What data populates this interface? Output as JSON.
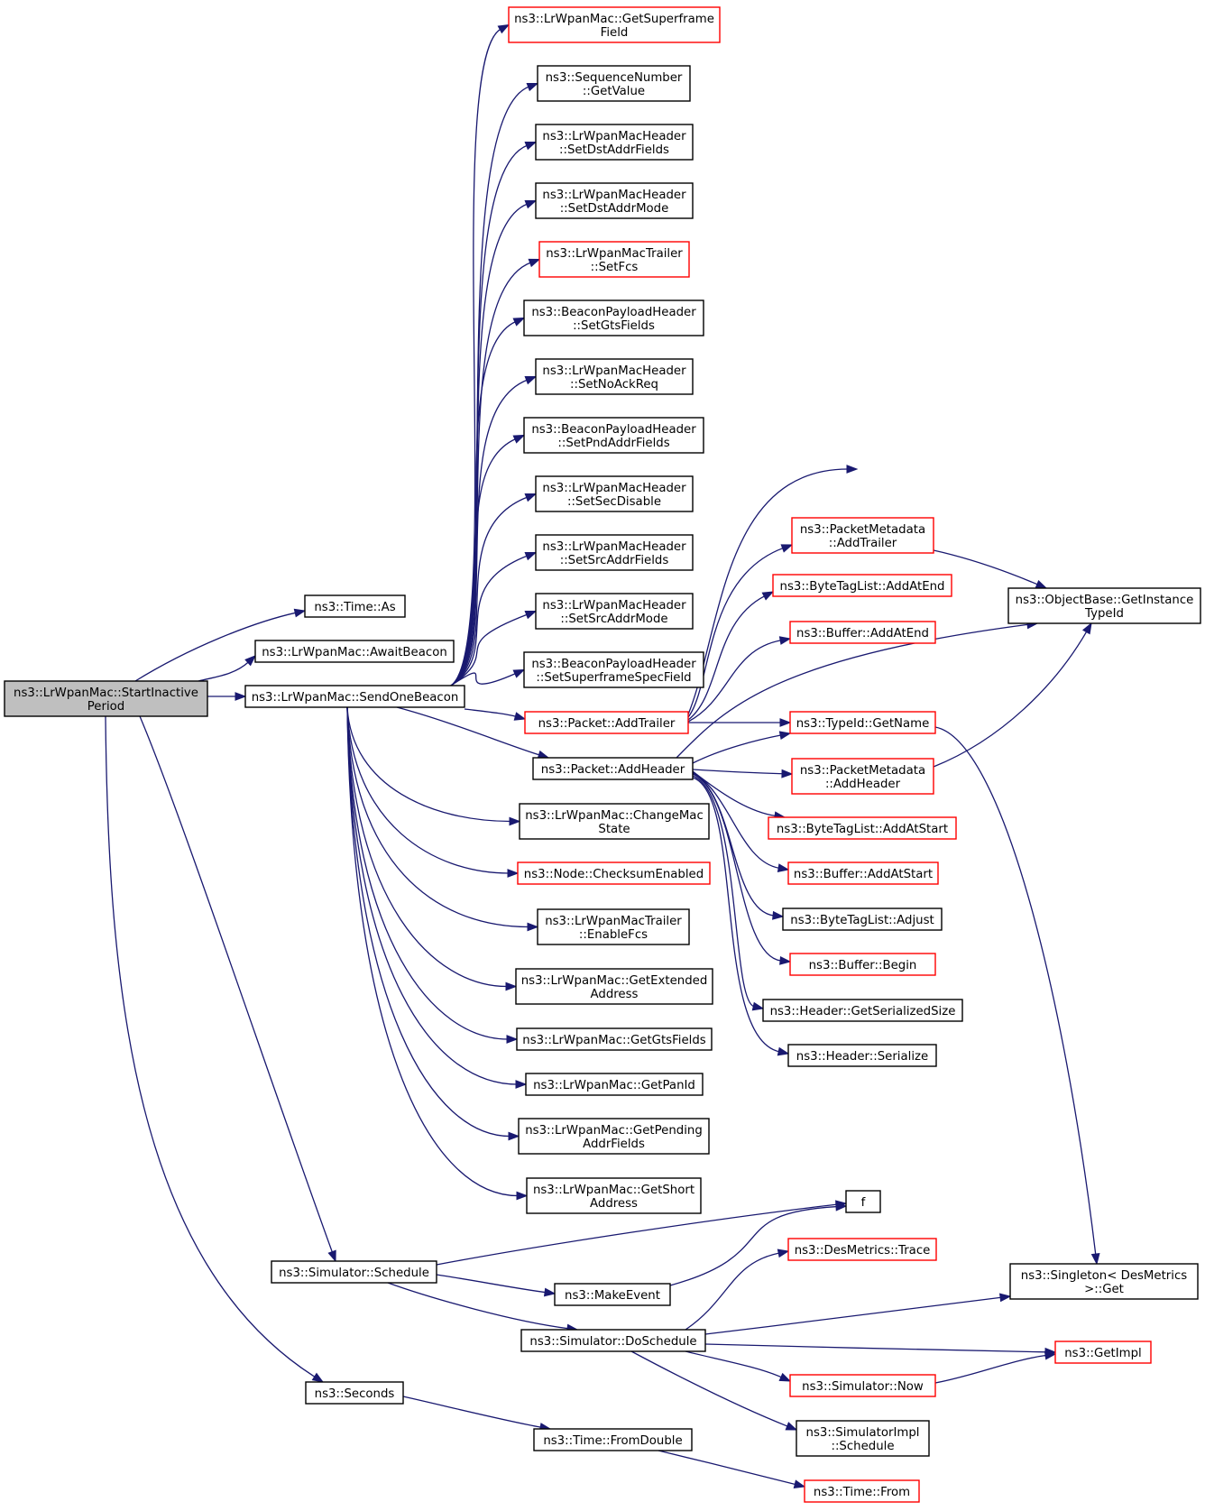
{
  "graph": {
    "type": "call-graph",
    "colors": {
      "edge": "#191970",
      "node_border": "#000000",
      "node_border_undocumented": "#ff0000",
      "root_fill": "#bfbfbf"
    },
    "nodes": [
      {
        "id": "root",
        "lines": [
          "ns3::LrWpanMac::StartInactive",
          "Period"
        ],
        "style": "root"
      },
      {
        "id": "timeAs",
        "lines": [
          "ns3::Time::As"
        ],
        "style": "black"
      },
      {
        "id": "awaitBeacon",
        "lines": [
          "ns3::LrWpanMac::AwaitBeacon"
        ],
        "style": "black"
      },
      {
        "id": "sendOneBeacon",
        "lines": [
          "ns3::LrWpanMac::SendOneBeacon"
        ],
        "style": "black"
      },
      {
        "id": "schedule",
        "lines": [
          "ns3::Simulator::Schedule"
        ],
        "style": "black"
      },
      {
        "id": "seconds",
        "lines": [
          "ns3::Seconds"
        ],
        "style": "black"
      },
      {
        "id": "getSuperframeField",
        "lines": [
          "ns3::LrWpanMac::GetSuperframe",
          "Field"
        ],
        "style": "red"
      },
      {
        "id": "seqGetValue",
        "lines": [
          "ns3::SequenceNumber",
          "::GetValue"
        ],
        "style": "black"
      },
      {
        "id": "setDstAddrFields",
        "lines": [
          "ns3::LrWpanMacHeader",
          "::SetDstAddrFields"
        ],
        "style": "black"
      },
      {
        "id": "setDstAddrMode",
        "lines": [
          "ns3::LrWpanMacHeader",
          "::SetDstAddrMode"
        ],
        "style": "black"
      },
      {
        "id": "setFcs",
        "lines": [
          "ns3::LrWpanMacTrailer",
          "::SetFcs"
        ],
        "style": "red"
      },
      {
        "id": "setGtsFields",
        "lines": [
          "ns3::BeaconPayloadHeader",
          "::SetGtsFields"
        ],
        "style": "black"
      },
      {
        "id": "setNoAckReq",
        "lines": [
          "ns3::LrWpanMacHeader",
          "::SetNoAckReq"
        ],
        "style": "black"
      },
      {
        "id": "setPndAddrFields",
        "lines": [
          "ns3::BeaconPayloadHeader",
          "::SetPndAddrFields"
        ],
        "style": "black"
      },
      {
        "id": "setSecDisable",
        "lines": [
          "ns3::LrWpanMacHeader",
          "::SetSecDisable"
        ],
        "style": "black"
      },
      {
        "id": "setSrcAddrFields",
        "lines": [
          "ns3::LrWpanMacHeader",
          "::SetSrcAddrFields"
        ],
        "style": "black"
      },
      {
        "id": "setSrcAddrMode",
        "lines": [
          "ns3::LrWpanMacHeader",
          "::SetSrcAddrMode"
        ],
        "style": "black"
      },
      {
        "id": "setSuperframeSpecField",
        "lines": [
          "ns3::BeaconPayloadHeader",
          "::SetSuperframeSpecField"
        ],
        "style": "black"
      },
      {
        "id": "addTrailer",
        "lines": [
          "ns3::Packet::AddTrailer"
        ],
        "style": "red"
      },
      {
        "id": "addHeader",
        "lines": [
          "ns3::Packet::AddHeader"
        ],
        "style": "black"
      },
      {
        "id": "changeMacState",
        "lines": [
          "ns3::LrWpanMac::ChangeMac",
          "State"
        ],
        "style": "black"
      },
      {
        "id": "checksumEnabled",
        "lines": [
          "ns3::Node::ChecksumEnabled"
        ],
        "style": "red"
      },
      {
        "id": "enableFcs",
        "lines": [
          "ns3::LrWpanMacTrailer",
          "::EnableFcs"
        ],
        "style": "black"
      },
      {
        "id": "getExtendedAddress",
        "lines": [
          "ns3::LrWpanMac::GetExtended",
          "Address"
        ],
        "style": "black"
      },
      {
        "id": "getGtsFields",
        "lines": [
          "ns3::LrWpanMac::GetGtsFields"
        ],
        "style": "black"
      },
      {
        "id": "getPanId",
        "lines": [
          "ns3::LrWpanMac::GetPanId"
        ],
        "style": "black"
      },
      {
        "id": "getPendingAddrFields",
        "lines": [
          "ns3::LrWpanMac::GetPending",
          "AddrFields"
        ],
        "style": "black"
      },
      {
        "id": "getShortAddress",
        "lines": [
          "ns3::LrWpanMac::GetShort",
          "Address"
        ],
        "style": "black"
      },
      {
        "id": "pmAddTrailer",
        "lines": [
          "ns3::PacketMetadata",
          "::AddTrailer"
        ],
        "style": "red"
      },
      {
        "id": "btlAddAtEnd",
        "lines": [
          "ns3::ByteTagList::AddAtEnd"
        ],
        "style": "red"
      },
      {
        "id": "bufAddAtEnd",
        "lines": [
          "ns3::Buffer::AddAtEnd"
        ],
        "style": "red"
      },
      {
        "id": "typeIdGetName",
        "lines": [
          "ns3::TypeId::GetName"
        ],
        "style": "red"
      },
      {
        "id": "pmAddHeader",
        "lines": [
          "ns3::PacketMetadata",
          "::AddHeader"
        ],
        "style": "red"
      },
      {
        "id": "btlAddAtStart",
        "lines": [
          "ns3::ByteTagList::AddAtStart"
        ],
        "style": "red"
      },
      {
        "id": "bufAddAtStart",
        "lines": [
          "ns3::Buffer::AddAtStart"
        ],
        "style": "red"
      },
      {
        "id": "btlAdjust",
        "lines": [
          "ns3::ByteTagList::Adjust"
        ],
        "style": "black"
      },
      {
        "id": "bufBegin",
        "lines": [
          "ns3::Buffer::Begin"
        ],
        "style": "red"
      },
      {
        "id": "hdrGetSerializedSize",
        "lines": [
          "ns3::Header::GetSerializedSize"
        ],
        "style": "black"
      },
      {
        "id": "hdrSerialize",
        "lines": [
          "ns3::Header::Serialize"
        ],
        "style": "black"
      },
      {
        "id": "getInstanceTypeId",
        "lines": [
          "ns3::ObjectBase::GetInstance",
          "TypeId"
        ],
        "style": "black"
      },
      {
        "id": "f",
        "lines": [
          "f"
        ],
        "style": "black"
      },
      {
        "id": "makeEvent",
        "lines": [
          "ns3::MakeEvent"
        ],
        "style": "black"
      },
      {
        "id": "doSchedule",
        "lines": [
          "ns3::Simulator::DoSchedule"
        ],
        "style": "black"
      },
      {
        "id": "desTrace",
        "lines": [
          "ns3::DesMetrics::Trace"
        ],
        "style": "red"
      },
      {
        "id": "singletonGet",
        "lines": [
          "ns3::Singleton< DesMetrics",
          ">::Get"
        ],
        "style": "black"
      },
      {
        "id": "getImpl",
        "lines": [
          "ns3::GetImpl"
        ],
        "style": "red"
      },
      {
        "id": "simNow",
        "lines": [
          "ns3::Simulator::Now"
        ],
        "style": "red"
      },
      {
        "id": "simImplSchedule",
        "lines": [
          "ns3::SimulatorImpl",
          "::Schedule"
        ],
        "style": "black"
      },
      {
        "id": "fromDouble",
        "lines": [
          "ns3::Time::FromDouble"
        ],
        "style": "black"
      },
      {
        "id": "timeFrom",
        "lines": [
          "ns3::Time::From"
        ],
        "style": "red"
      }
    ],
    "edges": [
      [
        "root",
        "timeAs"
      ],
      [
        "root",
        "awaitBeacon"
      ],
      [
        "root",
        "sendOneBeacon"
      ],
      [
        "root",
        "schedule"
      ],
      [
        "root",
        "seconds"
      ],
      [
        "sendOneBeacon",
        "getSuperframeField"
      ],
      [
        "sendOneBeacon",
        "seqGetValue"
      ],
      [
        "sendOneBeacon",
        "setDstAddrFields"
      ],
      [
        "sendOneBeacon",
        "setDstAddrMode"
      ],
      [
        "sendOneBeacon",
        "setFcs"
      ],
      [
        "sendOneBeacon",
        "setGtsFields"
      ],
      [
        "sendOneBeacon",
        "setNoAckReq"
      ],
      [
        "sendOneBeacon",
        "setPndAddrFields"
      ],
      [
        "sendOneBeacon",
        "setSecDisable"
      ],
      [
        "sendOneBeacon",
        "setSrcAddrFields"
      ],
      [
        "sendOneBeacon",
        "setSrcAddrMode"
      ],
      [
        "sendOneBeacon",
        "setSuperframeSpecField"
      ],
      [
        "sendOneBeacon",
        "addTrailer"
      ],
      [
        "sendOneBeacon",
        "addHeader"
      ],
      [
        "sendOneBeacon",
        "changeMacState"
      ],
      [
        "sendOneBeacon",
        "checksumEnabled"
      ],
      [
        "sendOneBeacon",
        "enableFcs"
      ],
      [
        "sendOneBeacon",
        "getExtendedAddress"
      ],
      [
        "sendOneBeacon",
        "getGtsFields"
      ],
      [
        "sendOneBeacon",
        "getPanId"
      ],
      [
        "sendOneBeacon",
        "getPendingAddrFields"
      ],
      [
        "sendOneBeacon",
        "getShortAddress"
      ],
      [
        "addTrailer",
        "pmAddTrailer"
      ],
      [
        "addTrailer",
        "btlAddAtEnd"
      ],
      [
        "addTrailer",
        "bufAddAtEnd"
      ],
      [
        "addTrailer",
        "typeIdGetName"
      ],
      [
        "addTrailer",
        "getInstanceTypeId"
      ],
      [
        "pmAddTrailer",
        "getInstanceTypeId"
      ],
      [
        "addHeader",
        "getInstanceTypeId"
      ],
      [
        "addHeader",
        "typeIdGetName"
      ],
      [
        "addHeader",
        "pmAddHeader"
      ],
      [
        "addHeader",
        "btlAddAtStart"
      ],
      [
        "addHeader",
        "bufAddAtStart"
      ],
      [
        "addHeader",
        "btlAdjust"
      ],
      [
        "addHeader",
        "bufBegin"
      ],
      [
        "addHeader",
        "hdrGetSerializedSize"
      ],
      [
        "addHeader",
        "hdrSerialize"
      ],
      [
        "pmAddHeader",
        "getInstanceTypeId"
      ],
      [
        "typeIdGetName",
        "singletonGet"
      ],
      [
        "schedule",
        "f"
      ],
      [
        "schedule",
        "makeEvent"
      ],
      [
        "schedule",
        "doSchedule"
      ],
      [
        "makeEvent",
        "f"
      ],
      [
        "doSchedule",
        "desTrace"
      ],
      [
        "doSchedule",
        "singletonGet"
      ],
      [
        "doSchedule",
        "getImpl"
      ],
      [
        "doSchedule",
        "simNow"
      ],
      [
        "doSchedule",
        "simImplSchedule"
      ],
      [
        "simNow",
        "getImpl"
      ],
      [
        "seconds",
        "fromDouble"
      ],
      [
        "fromDouble",
        "timeFrom"
      ]
    ]
  }
}
